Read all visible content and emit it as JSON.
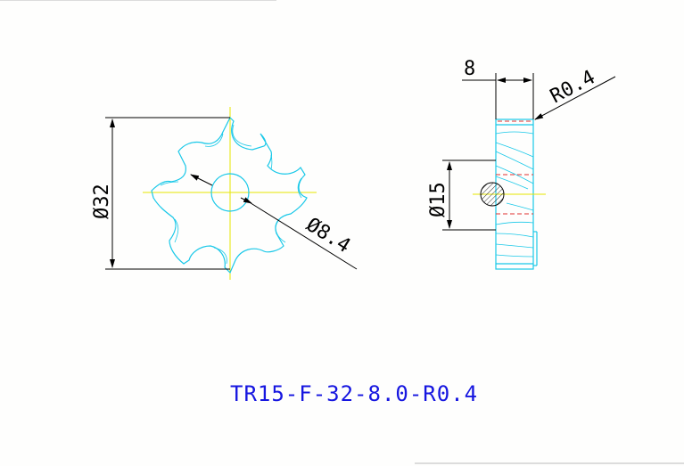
{
  "drawing": {
    "part_number": "TR15-F-32-8.0-R0.4",
    "dimensions": {
      "outer_diameter": "Ø32",
      "bore_diameter": "Ø8.4",
      "width": "8",
      "corner_radius": "R0.4",
      "hub_diameter": "Ø15"
    }
  },
  "colors": {
    "geometry": "#19c8e8",
    "centerline": "#e6e600",
    "dimension": "#000000",
    "hidden": "#e03030",
    "title": "#1616e0"
  }
}
